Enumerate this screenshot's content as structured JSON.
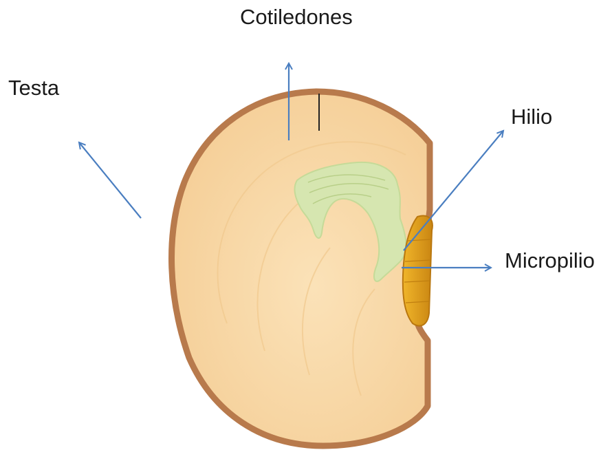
{
  "labels": {
    "cotiledones": "Cotiledones",
    "testa": "Testa",
    "hilio": "Hilio",
    "micropilio": "Micropilio"
  },
  "colors": {
    "seed_coat": "#b87a4c",
    "cotyledon_fill": "#f7d9a8",
    "embryo": "#d6e6b0",
    "hilum": "#e2a320",
    "arrow": "#4a7ec0"
  }
}
